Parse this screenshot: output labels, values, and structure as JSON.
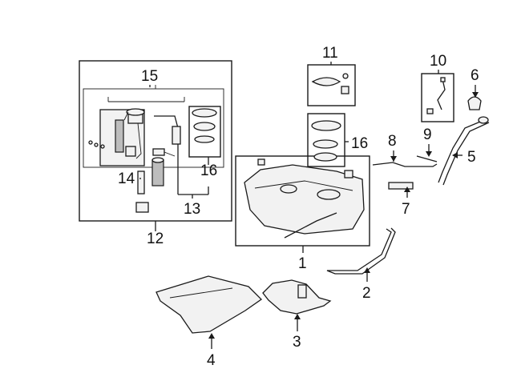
{
  "callouts": {
    "c1": "1",
    "c2": "2",
    "c3": "3",
    "c4": "4",
    "c5": "5",
    "c6": "6",
    "c7": "7",
    "c8": "8",
    "c9": "9",
    "c10": "10",
    "c11": "11",
    "c12": "12",
    "c13": "13",
    "c14": "14",
    "c15": "15",
    "c16a": "16",
    "c16b": "16"
  }
}
